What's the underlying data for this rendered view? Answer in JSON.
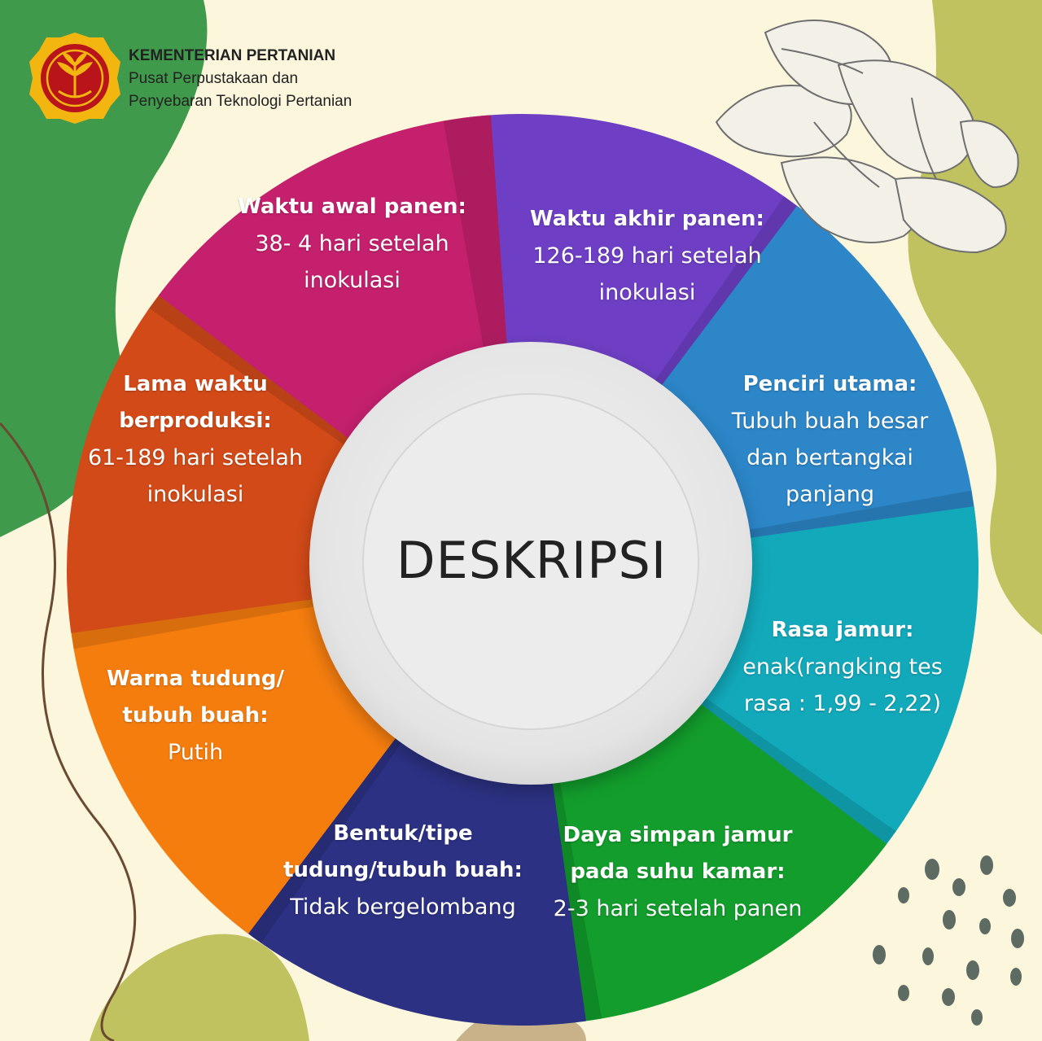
{
  "header": {
    "org_name": "KEMENTERIAN PERTANIAN",
    "org_line1": "Pusat Perpustakaan dan",
    "org_line2": "Penyebaran Teknologi Pertanian"
  },
  "center": {
    "label": "DESKRIPSI"
  },
  "segments": [
    {
      "id": "waktu-awal-panen",
      "color": "#6e3fc4",
      "title": "Waktu awal panen:",
      "value": "38- 4 hari setelah inokulasi"
    },
    {
      "id": "waktu-akhir-panen",
      "color": "#2c86c8",
      "title": "Waktu akhir panen:",
      "value": "126-189 hari setelah inokulasi"
    },
    {
      "id": "penciri-utama",
      "color": "#12a9bb",
      "title": "Penciri utama:",
      "value": "Tubuh buah besar dan bertangkai panjang"
    },
    {
      "id": "rasa-jamur",
      "color": "#129d2c",
      "title": "Rasa jamur:",
      "value": "enak(rangking tes rasa : 1,99 - 2,22)"
    },
    {
      "id": "daya-simpan",
      "color": "#2c3183",
      "title": "Daya simpan jamur pada suhu kamar:",
      "value": "2-3 hari setelah panen"
    },
    {
      "id": "bentuk-tipe",
      "color": "#f57d0e",
      "title": "Bentuk/tipe tudung/tubuh buah:",
      "value": "Tidak bergelombang"
    },
    {
      "id": "warna-tudung",
      "color": "#d24a18",
      "title": "Warna tudung/ tubuh buah:",
      "value": "Putih"
    },
    {
      "id": "lama-waktu",
      "color": "#c4206d",
      "title": "Lama waktu berproduksi:",
      "value": "61-189 hari setelah inokulasi"
    }
  ],
  "icons": [
    "kementan-logo-icon",
    "oyster-mushroom-icon",
    "seeds-icon"
  ],
  "colors": {
    "background": "#fbf6dc",
    "leaf_green": "#3f9a4c",
    "olive": "#bfc25e"
  }
}
